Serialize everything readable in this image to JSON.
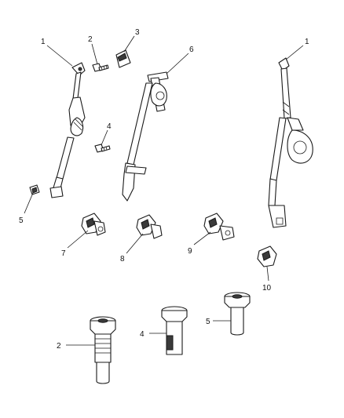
{
  "callouts": {
    "c1_left": "1",
    "c2_top": "2",
    "c3": "3",
    "c6": "6",
    "c1_right": "1",
    "c4_top": "4",
    "c5_left": "5",
    "c7": "7",
    "c8": "8",
    "c9": "9",
    "c10": "10",
    "c2_bottom": "2",
    "c4_bottom": "4",
    "c5_bottom": "5"
  },
  "colors": {
    "line": "#1a1a1a",
    "background": "#ffffff",
    "dark_fill": "#3a3a3a"
  }
}
